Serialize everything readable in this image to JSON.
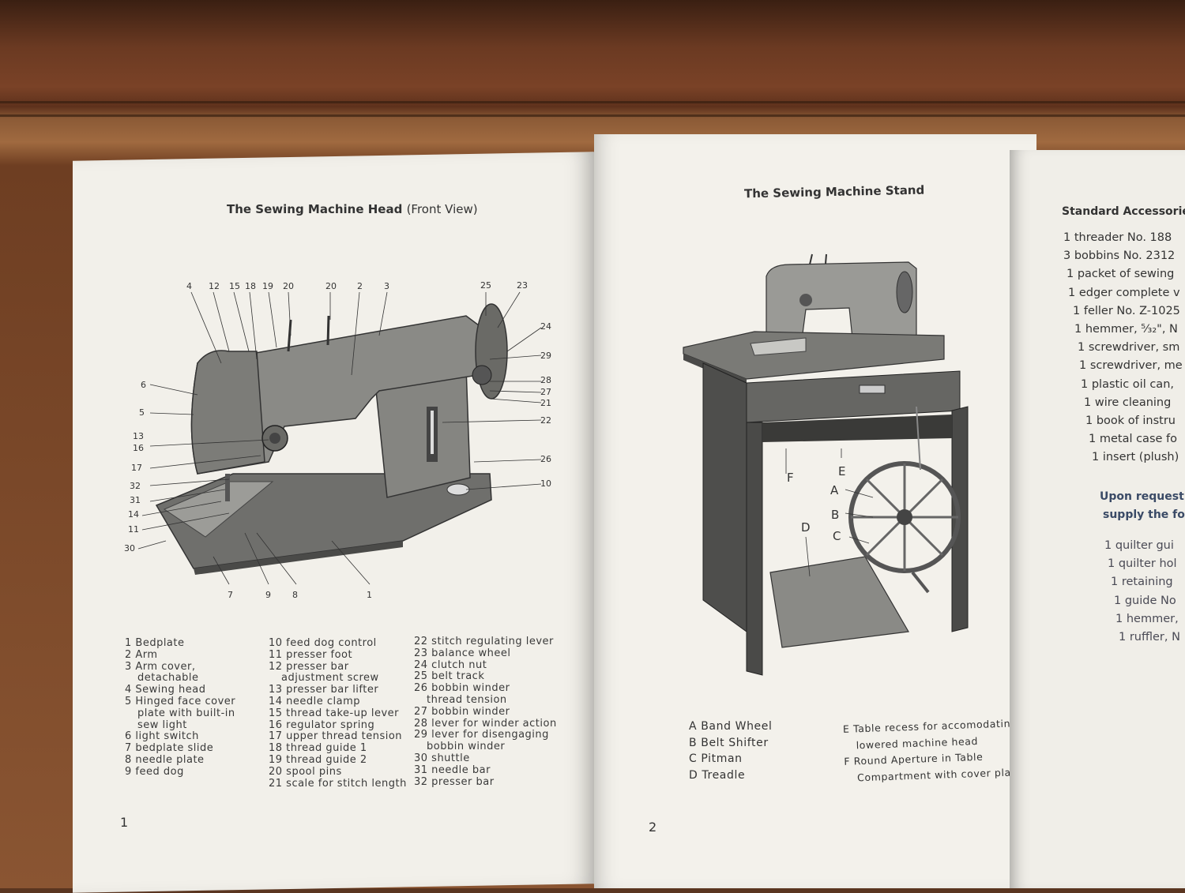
{
  "left_page": {
    "title": "The Sewing Machine Head",
    "title_suffix": "(Front View)",
    "page_number": "1",
    "callouts": [
      "4",
      "12",
      "15",
      "18",
      "19",
      "20",
      "20",
      "2",
      "3",
      "25",
      "23",
      "24",
      "29",
      "28",
      "27",
      "21",
      "22",
      "26",
      "10",
      "6",
      "5",
      "13",
      "16",
      "17",
      "32",
      "31",
      "14",
      "11",
      "30",
      "7",
      "9",
      "8",
      "1"
    ],
    "legend_col1": [
      "1 Bedplate",
      "2 Arm",
      "3 Arm cover,",
      "detachable",
      "4 Sewing head",
      "5 Hinged face cover",
      "plate with built-in",
      "sew light",
      "6 light switch",
      "7 bedplate slide",
      "8 needle plate",
      "9 feed dog"
    ],
    "legend_col2": [
      "10 feed dog control",
      "11 presser foot",
      "12 presser bar",
      "adjustment screw",
      "13 presser bar lifter",
      "14 needle clamp",
      "15 thread take-up lever",
      "16 regulator spring",
      "17 upper thread tension",
      "18 thread guide 1",
      "19 thread guide 2",
      "20 spool pins",
      "21 scale for stitch length"
    ],
    "legend_col3": [
      "22 stitch regulating lever",
      "23 balance wheel",
      "24 clutch nut",
      "25 belt track",
      "26 bobbin winder",
      "thread tension",
      "27 bobbin winder",
      "28 lever for winder action",
      "29 lever for disengaging",
      "bobbin winder",
      "30 shuttle",
      "31 needle bar",
      "32 presser bar"
    ]
  },
  "right_page": {
    "title": "The Sewing Machine Stand",
    "page_number": "2",
    "stand_labels": [
      "A",
      "B",
      "C",
      "D",
      "E",
      "F"
    ],
    "legend_left": [
      "A  Band Wheel",
      "B  Belt Shifter",
      "C  Pitman",
      "D  Treadle"
    ],
    "legend_right": [
      "E  Table recess for accomodating",
      "lowered machine head",
      "F  Round Aperture in Table",
      "Compartment with cover plate"
    ]
  },
  "third_page": {
    "title": "Standard Accessories",
    "items": [
      "1  threader No. 188",
      "3  bobbins No. 2312",
      "1  packet of sewing",
      "1  edger complete v",
      "1  feller No. Z-1025",
      "1  hemmer, ⁵⁄₃₂\", N",
      "1  screwdriver, sm",
      "1  screwdriver, me",
      "1  plastic oil can,",
      "1  wire cleaning",
      "1  book of instru",
      "1  metal case fo",
      "1  insert (plush)"
    ],
    "request_lines": [
      "Upon request",
      "supply the fol"
    ],
    "request_items": [
      "1  quilter gui",
      "1  quilter hol",
      "1  retaining",
      "1  guide No",
      "1  hemmer,",
      "1  ruffler, N"
    ]
  },
  "colors": {
    "paper": "#f2f0ea",
    "ink": "#333333",
    "wood": "#7a4227",
    "blue_ink": "#3a4a66"
  }
}
